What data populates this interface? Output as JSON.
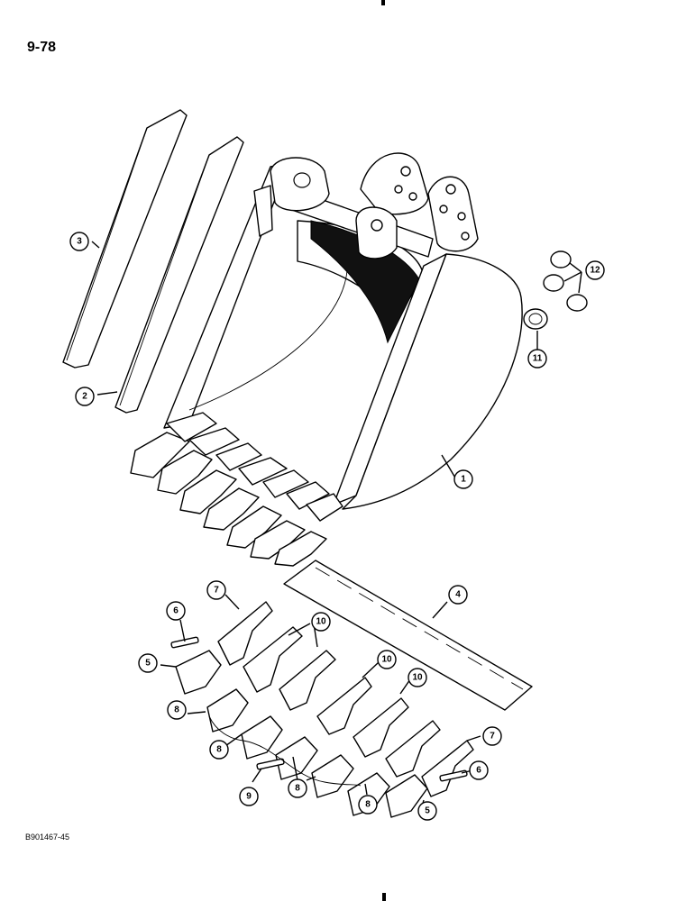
{
  "header": {
    "page_number": "9-78"
  },
  "footer": {
    "figure_code": "B901467-45"
  },
  "callouts": [
    {
      "id": "c1",
      "label": "1"
    },
    {
      "id": "c2",
      "label": "2"
    },
    {
      "id": "c3",
      "label": "3"
    },
    {
      "id": "c4",
      "label": "4"
    },
    {
      "id": "c5a",
      "label": "5"
    },
    {
      "id": "c5b",
      "label": "5"
    },
    {
      "id": "c6a",
      "label": "6"
    },
    {
      "id": "c6b",
      "label": "6"
    },
    {
      "id": "c7a",
      "label": "7"
    },
    {
      "id": "c7b",
      "label": "7"
    },
    {
      "id": "c8a",
      "label": "8"
    },
    {
      "id": "c8b",
      "label": "8"
    },
    {
      "id": "c8c",
      "label": "8"
    },
    {
      "id": "c8d",
      "label": "8"
    },
    {
      "id": "c9",
      "label": "9"
    },
    {
      "id": "c10a",
      "label": "10"
    },
    {
      "id": "c10b",
      "label": "10"
    },
    {
      "id": "c10c",
      "label": "10"
    },
    {
      "id": "c11",
      "label": "11"
    },
    {
      "id": "c12",
      "label": "12"
    }
  ]
}
